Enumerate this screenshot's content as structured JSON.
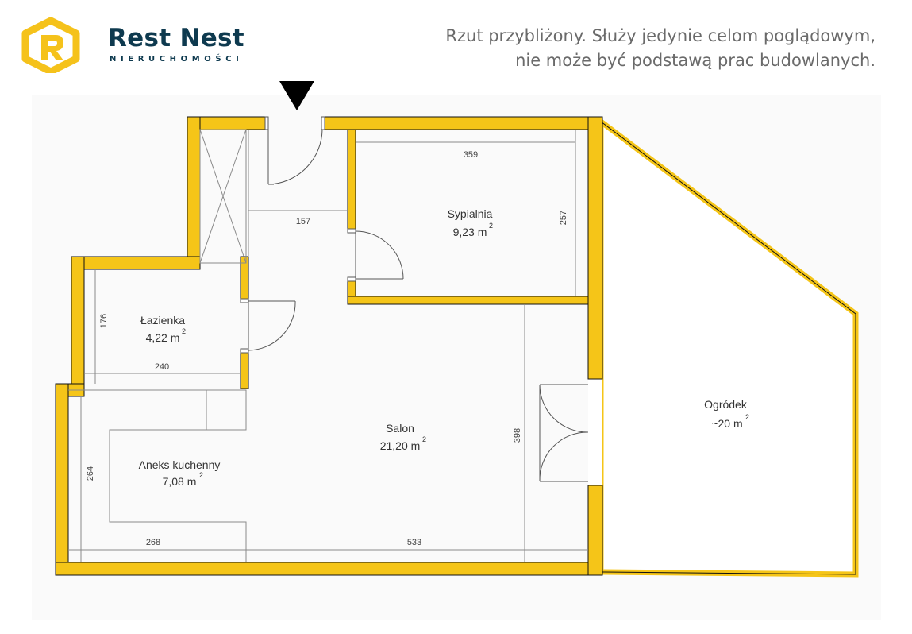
{
  "brand": {
    "name": "Rest Nest",
    "subtitle": "NIERUCHOMOŚCI",
    "logo_icon": "rest-nest-r-hexagon",
    "logo_color": "#f5c21b",
    "text_color": "#0e3a4f"
  },
  "disclaimer": {
    "line1": "Rzut przybliżony. Służy jedynie celom poglądowym,",
    "line2": "nie może być podstawą prac budowlanych."
  },
  "colors": {
    "wall": "#f5c518",
    "wall_outline": "#111111",
    "thin_line": "#8a8a8a"
  },
  "entrance_marker": "entrance-arrow-icon",
  "rooms": {
    "sypialnia": {
      "name": "Sypialnia",
      "area": "9,23 m",
      "unit_sup": "2"
    },
    "lazienka": {
      "name": "Łazienka",
      "area": "4,22 m",
      "unit_sup": "2"
    },
    "salon": {
      "name": "Salon",
      "area": "21,20 m",
      "unit_sup": "2"
    },
    "aneks": {
      "name": "Aneks kuchenny",
      "area": "7,08 m",
      "unit_sup": "2"
    },
    "ogrodek": {
      "name": "Ogródek",
      "area": "~20 m",
      "unit_sup": "2"
    }
  },
  "dimensions": {
    "sypialnia_width": "359",
    "sypialnia_height": "257",
    "hall_width": "157",
    "lazienka_height": "176",
    "lazienka_width": "240",
    "aneks_height": "264",
    "aneks_width": "268",
    "salon_width": "533",
    "salon_height": "398"
  }
}
